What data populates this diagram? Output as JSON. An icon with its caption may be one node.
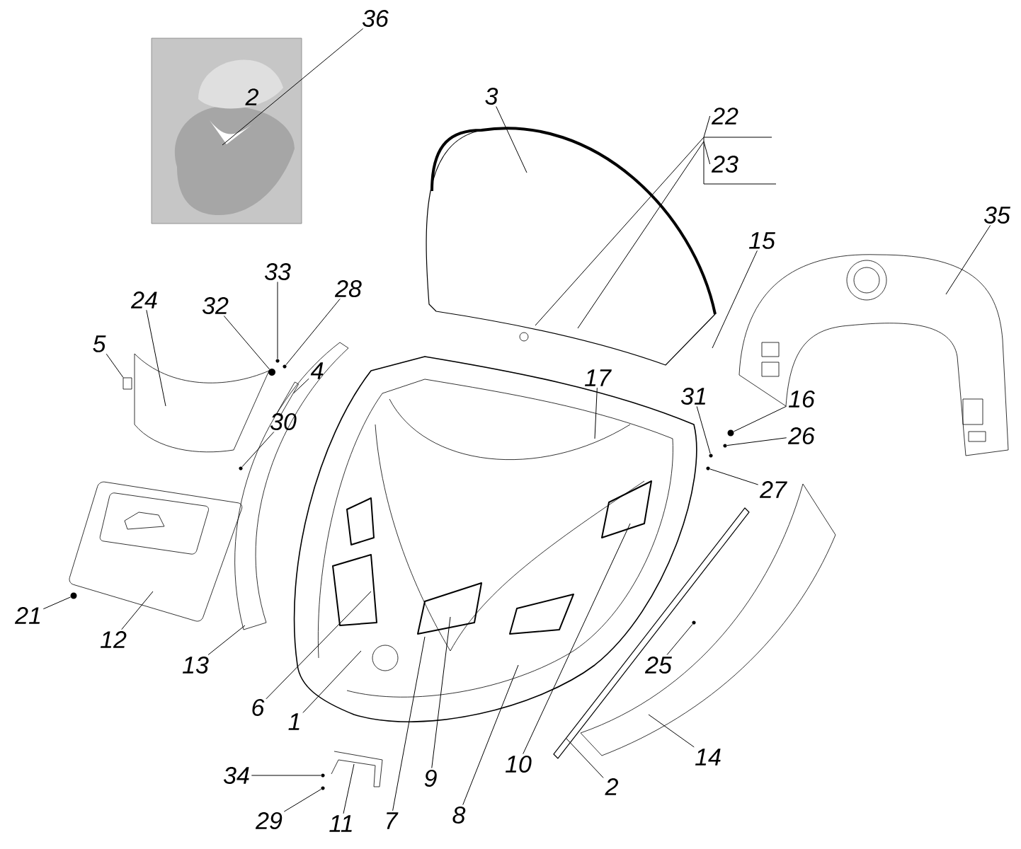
{
  "diagram": {
    "nodes": [
      {
        "text": [],
        "shape": "picture"
      },
      {
        "text": [
          "2"
        ],
        "in": 0
      },
      {
        "text": [
          "36"
        ]
      },
      {
        "text": [
          "3"
        ]
      },
      {
        "text": [
          "22"
        ]
      },
      {
        "text": [
          "23"
        ]
      },
      {
        "text": [
          "35"
        ]
      },
      {
        "text": [
          "15"
        ]
      },
      {
        "text": [
          "33"
        ]
      },
      {
        "text": [
          "28"
        ]
      },
      {
        "text": [
          "24"
        ]
      },
      {
        "text": [
          "32"
        ]
      },
      {
        "text": [
          "5"
        ]
      },
      {
        "text": [
          "4"
        ]
      },
      {
        "text": [
          "17"
        ]
      },
      {
        "text": [
          "31"
        ]
      },
      {
        "text": [
          "16"
        ]
      },
      {
        "text": [
          "30"
        ]
      },
      {
        "text": [
          "26"
        ]
      },
      {
        "text": [
          "27"
        ]
      },
      {
        "text": [
          "21"
        ]
      },
      {
        "text": [
          "12"
        ]
      },
      {
        "text": [
          "13"
        ]
      },
      {
        "text": [
          "25"
        ]
      },
      {
        "text": [
          "6"
        ]
      },
      {
        "text": [
          "1"
        ]
      },
      {
        "text": [
          "10"
        ]
      },
      {
        "text": [
          "9"
        ]
      },
      {
        "text": [
          "14"
        ]
      },
      {
        "text": [
          "34"
        ]
      },
      {
        "text": [
          "2"
        ]
      },
      {
        "text": [
          "8"
        ]
      },
      {
        "text": [
          "29"
        ]
      },
      {
        "text": [
          "11"
        ]
      },
      {
        "text": [
          "7"
        ]
      },
      {
        "text": [],
        "shape": "circle"
      },
      {
        "text": [],
        "shape": "circle"
      },
      {
        "text": [],
        "shape": "circle"
      },
      {
        "text": [],
        "shape": "box"
      },
      {
        "text": [],
        "shape": "circle"
      },
      {
        "text": [],
        "shape": "circle"
      },
      {
        "text": [],
        "shape": "circle"
      },
      {
        "text": [],
        "shape": "circle"
      },
      {
        "text": [],
        "shape": "circle"
      },
      {
        "text": [],
        "shape": "circle"
      },
      {
        "text": [],
        "shape": "circle"
      },
      {
        "text": [],
        "shape": "circle"
      },
      {
        "text": [],
        "shape": "circle"
      },
      {
        "text": [],
        "shape": "bar"
      }
    ],
    "edges": [
      {
        "from": 2,
        "to": 0,
        "arrow": "none"
      },
      {
        "from": 3,
        "to": null,
        "arrow": "none"
      },
      {
        "from": 4,
        "to": null,
        "arrow": "none"
      },
      {
        "from": 5,
        "to": null,
        "arrow": "none"
      },
      {
        "from": 6,
        "to": null,
        "arrow": "none"
      },
      {
        "from": 7,
        "to": null,
        "arrow": "none"
      },
      {
        "from": 8,
        "to": 35,
        "arrow": "none"
      },
      {
        "from": 9,
        "to": 36,
        "arrow": "none"
      },
      {
        "from": 10,
        "to": null,
        "arrow": "none"
      },
      {
        "from": 11,
        "to": 37,
        "arrow": "none"
      },
      {
        "from": 12,
        "to": 38,
        "arrow": "none"
      },
      {
        "from": 13,
        "to": 48,
        "arrow": "none"
      },
      {
        "from": 14,
        "to": null,
        "arrow": "none"
      },
      {
        "from": 15,
        "to": 41,
        "arrow": "none"
      },
      {
        "from": 16,
        "to": 39,
        "arrow": "none"
      },
      {
        "from": 17,
        "to": 42,
        "arrow": "none"
      },
      {
        "from": 18,
        "to": 40,
        "arrow": "none"
      },
      {
        "from": 19,
        "to": 43,
        "arrow": "none"
      },
      {
        "from": 20,
        "to": 44,
        "arrow": "none"
      },
      {
        "from": 21,
        "to": null,
        "arrow": "none"
      },
      {
        "from": 22,
        "to": null,
        "arrow": "none"
      },
      {
        "from": 23,
        "to": 45,
        "arrow": "none"
      },
      {
        "from": 24,
        "to": null,
        "arrow": "none"
      },
      {
        "from": 25,
        "to": null,
        "arrow": "none"
      },
      {
        "from": 26,
        "to": null,
        "arrow": "none"
      },
      {
        "from": 27,
        "to": null,
        "arrow": "none"
      },
      {
        "from": 28,
        "to": null,
        "arrow": "none"
      },
      {
        "from": 29,
        "to": 46,
        "arrow": "none"
      },
      {
        "from": 30,
        "to": null,
        "arrow": "none"
      },
      {
        "from": 31,
        "to": null,
        "arrow": "none"
      },
      {
        "from": 32,
        "to": 47,
        "arrow": "none"
      },
      {
        "from": 33,
        "to": null,
        "arrow": "none"
      },
      {
        "from": 34,
        "to": null,
        "arrow": "none"
      }
    ]
  }
}
